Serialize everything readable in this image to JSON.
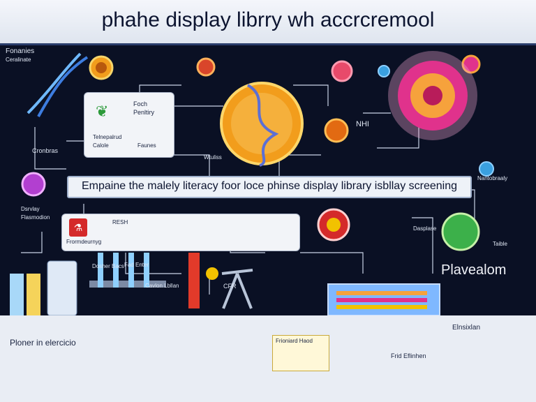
{
  "header": {
    "title": "phahe display librry wh accrcremool"
  },
  "banner": {
    "text": "Empaine the malely literacy foor loce phinse display library isbllay screening"
  },
  "labels": {
    "top_left": "Fonanies",
    "top_left_sub": "Ceralinate",
    "box_left_line1": "Foch",
    "box_left_line2": "Penltiry",
    "box_left_cap1": "Telnepalrud",
    "box_left_cap2": "Calole",
    "box_left_cap3": "Faunes",
    "left_caption": "Cronbras",
    "left_mid": "Dsrvlay",
    "left_mid2": "Flasmodion",
    "nhi": "NHI",
    "center_mid": "Wtuliss",
    "phage_right1": "Dasplase",
    "phage_right2": "Taible",
    "right_label1": "Nantobraaly",
    "big_right": "Plavealom",
    "resh_box": "RESH",
    "flask_cap": "Frormdeurnyg",
    "small1": "Dosher Bacs",
    "small2": "Fad Enter",
    "small3": "Cavlon Lbllan",
    "cfr": "CFR",
    "footer_left": "Ploner in elercicio",
    "footer_mid": "Frid Eflinhen",
    "footer_right": "Elnsixlan",
    "card_head": "Frioniard Haod"
  },
  "colors": {
    "accent": "#f2c200",
    "line": "#c9d3e6",
    "core": "#f29d1c",
    "pink": "#e0328c",
    "red": "#d42a2a"
  }
}
